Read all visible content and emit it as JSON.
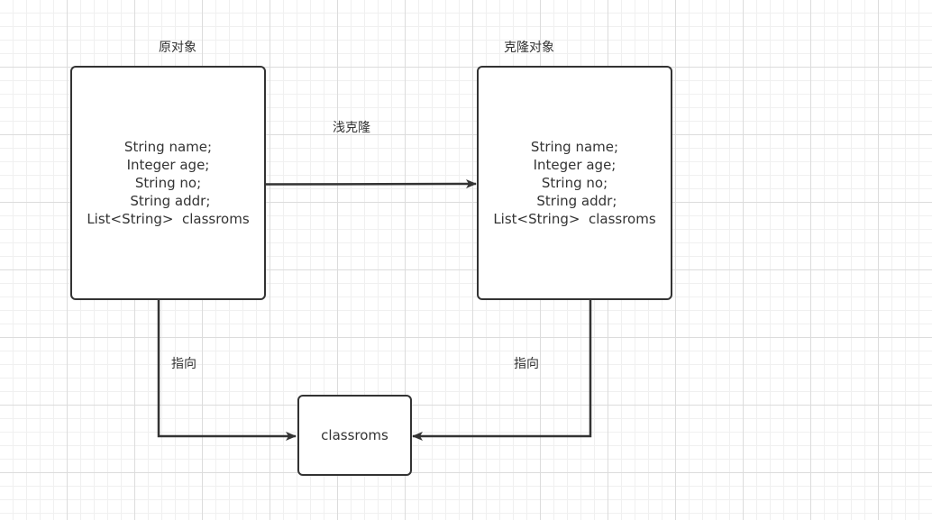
{
  "original": {
    "title": "原对象",
    "fields": [
      "String name;",
      "Integer age;",
      "String no;",
      " String addr;",
      "List<String>  classroms"
    ]
  },
  "clone": {
    "title": "克隆对象",
    "fields": [
      "String name;",
      "Integer age;",
      "String no;",
      " String addr;",
      "List<String>  classroms"
    ]
  },
  "shallow_clone_label": "浅克隆",
  "left_pointer_label": "指向",
  "right_pointer_label": "指向",
  "target": {
    "label": "classroms"
  },
  "colors": {
    "stroke": "#333333",
    "grid": "#dcdcdc",
    "background": "#ffffff"
  }
}
